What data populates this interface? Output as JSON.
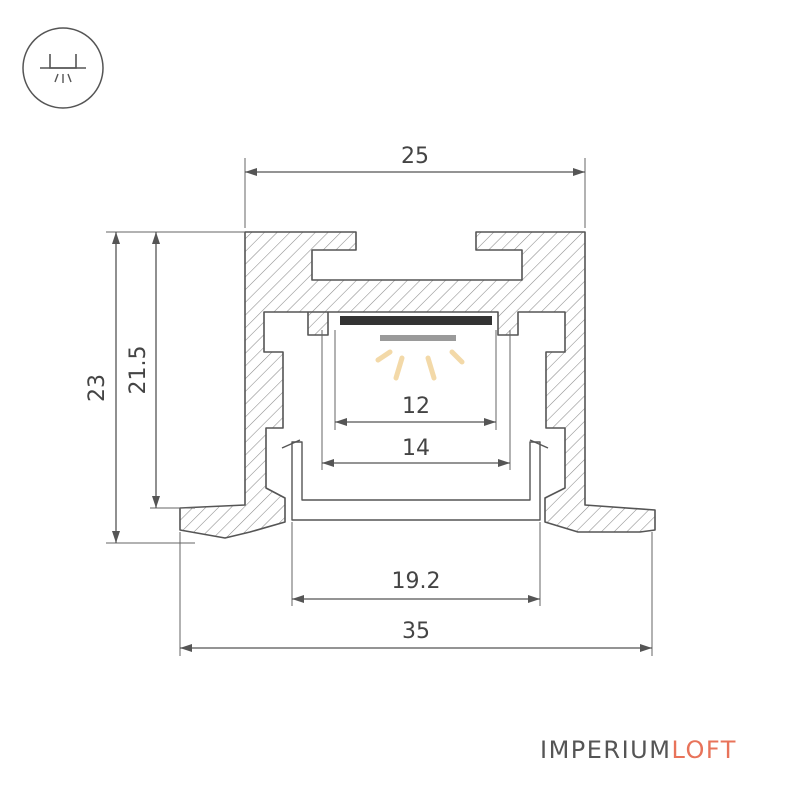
{
  "icon": "ceiling-light-icon",
  "dimensions": {
    "top_width": "25",
    "height_total": "23",
    "height_inner": "21.5",
    "led_width": "12",
    "channel_width": "14",
    "diffuser_width": "19.2",
    "flange_width": "35"
  },
  "brand": {
    "part1": "IMPERIUM",
    "part2": "LOFT",
    "accent_color": "#e8735a"
  },
  "colors": {
    "line": "#555555",
    "hatch": "#888888",
    "led_strip": "#333333",
    "light_ray": "#f3d9a8"
  }
}
